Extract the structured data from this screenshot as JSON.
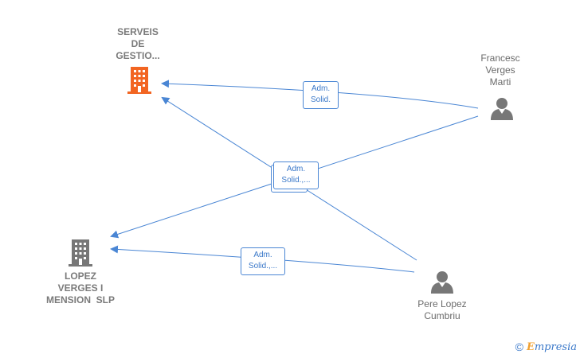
{
  "nodes": {
    "serveis": {
      "label_lines": [
        "SERVEIS",
        "DE",
        "GESTIO..."
      ],
      "icon": "building-icon",
      "color": "#f26522"
    },
    "lopez": {
      "label_lines": [
        "LOPEZ",
        "VERGES I",
        "MENSION  SLP"
      ],
      "icon": "building-icon",
      "color": "#777777"
    },
    "francesc": {
      "label_lines": [
        "Francesc",
        "Verges",
        "Marti"
      ],
      "icon": "person-icon",
      "color": "#777777"
    },
    "pere": {
      "label_lines": [
        "Pere Lopez",
        "Cumbriu"
      ],
      "icon": "person-icon",
      "color": "#777777"
    }
  },
  "edges": {
    "francesc_serveis": {
      "lines": [
        "Adm.",
        "Solid."
      ]
    },
    "center_stack": {
      "lines": [
        "Adm.",
        "Solid.,..."
      ]
    },
    "pere_lopez": {
      "lines": [
        "Adm.",
        "Solid.,..."
      ]
    }
  },
  "colors": {
    "edge": "#4a86d4",
    "company_highlight": "#f26522",
    "entity_gray": "#777777"
  },
  "watermark": {
    "symbol": "©",
    "brand_first": "E",
    "brand_rest": "mpresia"
  }
}
